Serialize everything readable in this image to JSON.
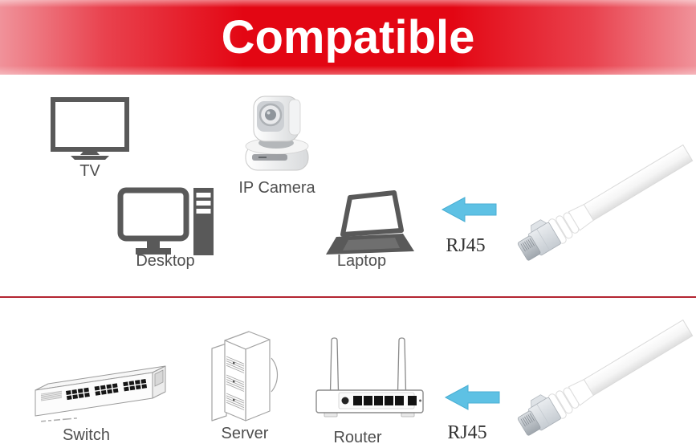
{
  "banner": {
    "title": "Compatible"
  },
  "sections": {
    "top": {
      "devices": [
        {
          "name": "tv",
          "label": "TV"
        },
        {
          "name": "ip-camera",
          "label": "IP Camera"
        },
        {
          "name": "desktop",
          "label": "Desktop"
        },
        {
          "name": "laptop",
          "label": "Laptop"
        }
      ],
      "connector_label": "RJ45"
    },
    "bottom": {
      "devices": [
        {
          "name": "switch",
          "label": "Switch"
        },
        {
          "name": "server",
          "label": "Server"
        },
        {
          "name": "router",
          "label": "Router"
        }
      ],
      "connector_label": "RJ45"
    }
  },
  "icons": {
    "arrow_direction": "left",
    "cable": "white-flat-rj45-patch-cable"
  },
  "colors": {
    "banner_center": "#e30613",
    "banner_edge": "#f0929a",
    "banner_text": "#ffffff",
    "icon": "#595959",
    "label": "#4f4f4f",
    "rj45_text": "#333333",
    "arrow": "#5ec1e4",
    "divider": "#b32531"
  }
}
